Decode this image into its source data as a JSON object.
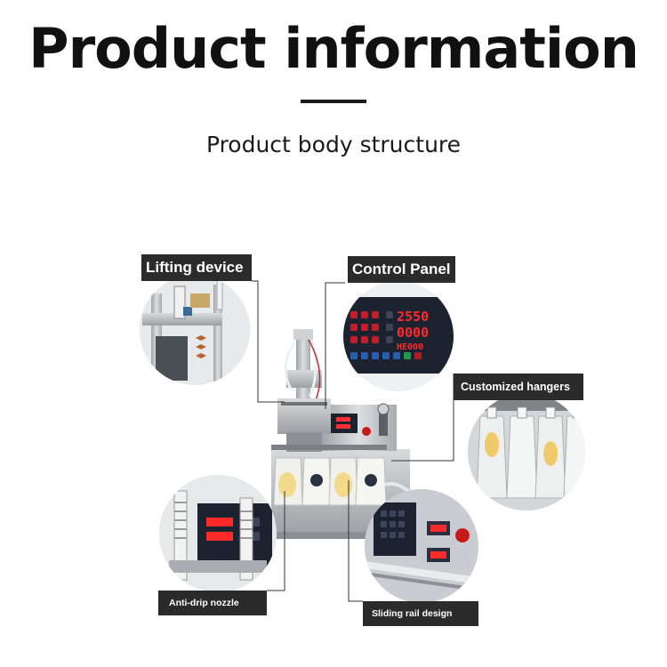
{
  "header": {
    "title": "Product information",
    "subtitle": "Product body structure"
  },
  "callouts": {
    "lifting_device": "Lifting device",
    "control_panel": "Control Panel",
    "customized_hangers": "Customized hangers",
    "anti_drip_nozzle": "Anti-drip nozzle",
    "sliding_rail": "Sliding rail design"
  },
  "panel_display": {
    "top_readout": "2550",
    "bottom_readout": "0000",
    "counter_readout": "HE000"
  },
  "colors": {
    "label_bg": "#2b2b2b",
    "machine_steel": "#b9bcbf",
    "led_red": "#ff2a2a",
    "panel_dark": "#1d2230"
  }
}
